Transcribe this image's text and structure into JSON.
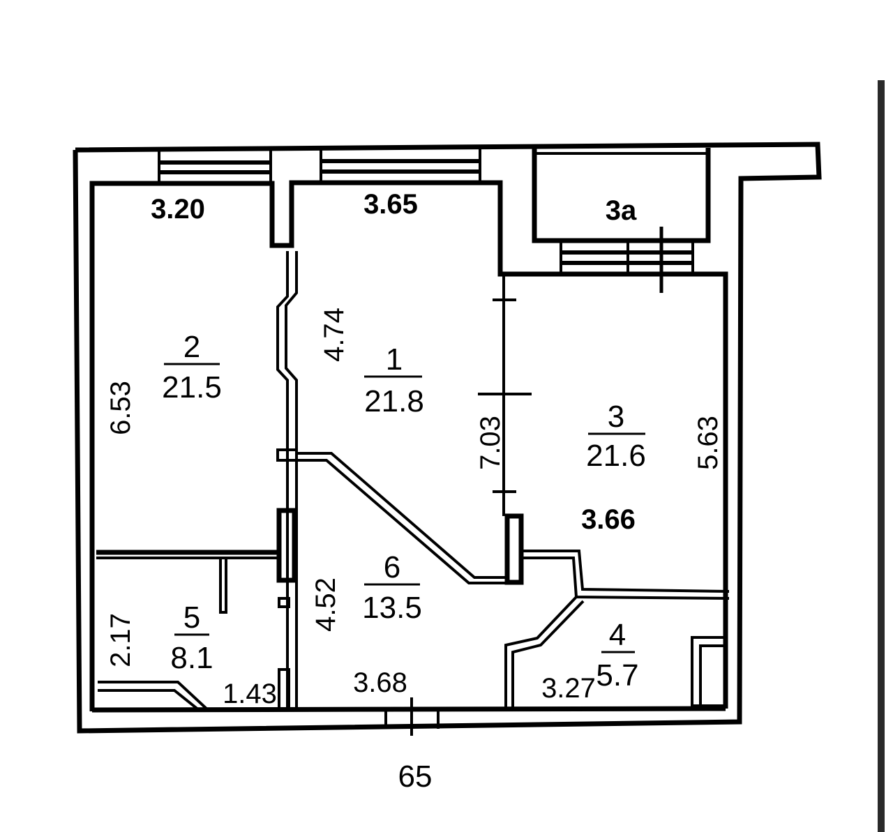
{
  "plan": {
    "rooms": [
      {
        "id": "1",
        "area": "21.8"
      },
      {
        "id": "2",
        "area": "21.5"
      },
      {
        "id": "3",
        "area": "21.6"
      },
      {
        "id": "4",
        "area": "5.7"
      },
      {
        "id": "5",
        "area": "8.1"
      },
      {
        "id": "6",
        "area": "13.5"
      }
    ],
    "balcony": "3а",
    "dimensions": {
      "room2_width": "3.20",
      "room2_length": "6.53",
      "room1_width": "3.65",
      "room1_length": "4.74",
      "room1_3_divider": "7.03",
      "room3_length": "5.63",
      "room3_width": "3.66",
      "hall_length": "4.52",
      "hall_width": "3.68",
      "room5_length": "2.17",
      "room5_width": "1.43",
      "room4_width": "3.27"
    },
    "footer_number": "65"
  }
}
